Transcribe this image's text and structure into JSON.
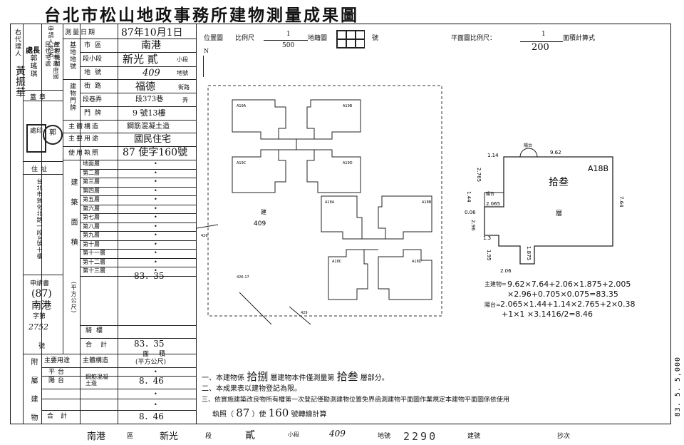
{
  "title": "台北市松山地政事務所建物測量成果圖",
  "left_margin": {
    "agent_label": "右代理人",
    "agent_name": "黃振華"
  },
  "applicant": {
    "header": "申請人姓名",
    "rep_title": "處長",
    "rep_name": "郭瑤琪",
    "org": "台北市政府國民住宅處",
    "org_sub": "管理機關",
    "seal_label": "蓋章",
    "address_label": "住址",
    "address": "台北市敦化北路一段8號十樓",
    "appl_label": "申請書",
    "appl_num": "(87)",
    "appl_district": "南港",
    "appl_word": "字第",
    "appl_no": "2752",
    "appl_hao": "號"
  },
  "info": {
    "survey_date_label": "測量日期",
    "survey_date": "87年10月1日",
    "land_label": "基地地號",
    "city_label": "市區",
    "city_value": "南港",
    "section_label": "段小段",
    "section_value": "新光 貳",
    "section_suffix": "小段",
    "lot_label": "地號",
    "lot_value": "409",
    "lot_suffix": "地號",
    "door_label": "建物門牌",
    "street_label": "街路",
    "street_value": "福德",
    "street_suffix": "街路",
    "lane_label": "段巷弄",
    "lane_value": "段373巷",
    "lane_suffix": "弄",
    "door_num_label": "門牌",
    "door_num_value": "9 號13樓",
    "structure_label": "主體構造",
    "structure_value": "鋼筋混凝土造",
    "use_label": "主要用途",
    "use_value": "國民住宅",
    "permit_label": "使用執照",
    "permit_value": "87 使字160號"
  },
  "floors": {
    "group_label": "建築面積",
    "unit": "(平方公尺)",
    "rows": [
      "地面層",
      "第二層",
      "第三層",
      "第四層",
      "第五層",
      "第六層",
      "第七層",
      "第八層",
      "第九層",
      "第十層",
      "第十一層",
      "第十二層",
      "第十三層"
    ],
    "row13_value": "83．35",
    "balcony_label": "騎樓",
    "total_label": "合計",
    "total_value": "83．35"
  },
  "attached": {
    "group_label": "附屬建物",
    "use_header": "主要用途",
    "struct_header": "主體構造",
    "area_header": "面積",
    "area_unit": "(平方公尺)",
    "row1_use": "平台",
    "row2_use": "陽台",
    "row2_struct": "鋼筋混凝土造",
    "row2_area": "8．46",
    "total_label": "合計",
    "total_area": "8．46"
  },
  "location_map": {
    "label": "位置圖",
    "scale_label": "比例尺",
    "scale_num": "1",
    "scale_den": "500",
    "map_label": "地籍圖",
    "map_hao": "號",
    "north": "N",
    "lot_label": "建",
    "lot_number": "409",
    "adj1": "426",
    "adj2": "426-17",
    "adj3": "429",
    "units": [
      "A19A",
      "A19B",
      "A19C",
      "A19D",
      "A18A",
      "A18B",
      "A18C",
      "A18D"
    ]
  },
  "floor_plan": {
    "scale_label": "平面圖比例尺：",
    "scale_num": "1",
    "scale_den": "200",
    "area_calc_label": "面積計算式",
    "unit_code": "A18B",
    "floor_label": "拾叁",
    "floor_suffix": "層",
    "balcony_tag": "陽台",
    "platform_tag": "陽台",
    "dims": [
      "9.62",
      "7.64",
      "1.14",
      "2.765",
      "1.44",
      "2.065",
      "0.06",
      "2.96",
      "1.3",
      "1.95",
      "1.875",
      "2.06"
    ],
    "calc_main_label": "主建物=",
    "calc_main": "9.62×7.64+2.06×1.875+2.005",
    "calc_main2": "×2.96+0.705×0.075=83.35",
    "calc_bal_label": "陽台=",
    "calc_bal": "2.065×1.44+1.14×2.765+2×0.38",
    "calc_bal2": "+1×1 ×3.1416/2=8.46"
  },
  "notes": {
    "n1_pre": "一、本建物係",
    "n1_big1": "拾捌",
    "n1_mid": "層建物本件僅測量第",
    "n1_big2": "拾叁",
    "n1_post": "層部分。",
    "n2": "二、本成果表以建物登記為限。",
    "n3": "三、依實施建築改良物所有權第一次登記僅勘測建物位置免界函測建物平面圖作業規定本建物平面圖係依使用",
    "n3b_pre": "執照（",
    "n3b_num": "87",
    "n3b_mid": "）使",
    "n3b_big": "160",
    "n3b_post": "號轉繪計算"
  },
  "footer": {
    "district": "南港",
    "district_suffix": "區",
    "section": "新光",
    "section_suffix": "段",
    "subsection": "貳",
    "subsection_suffix": "小段",
    "lot": "409",
    "lot_suffix": "地號",
    "bldg_no": "2290",
    "bldg_suffix": "建號",
    "copy_label": "抄次"
  },
  "side_stamp": "83. 5. 5,000"
}
